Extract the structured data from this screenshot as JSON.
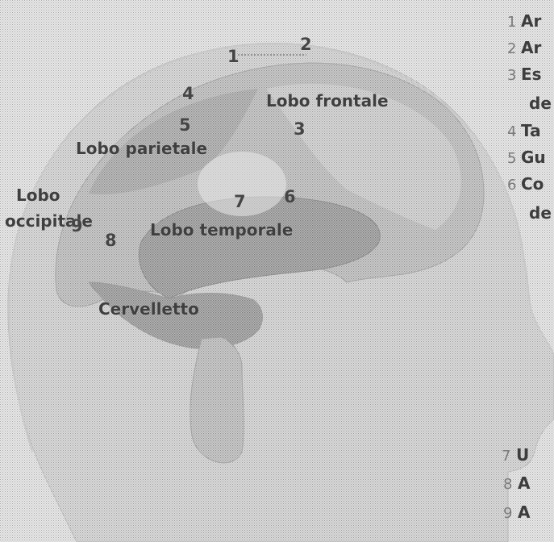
{
  "diagram": {
    "lobes": {
      "frontal": "Lobo frontale",
      "parietal": "Lobo parietale",
      "occipital_line1": "Lobo",
      "occipital_line2": "occipitale",
      "temporal": "Lobo temporale",
      "cerebellum": "Cervelletto"
    },
    "numbers": [
      "1",
      "2",
      "3",
      "4",
      "5",
      "6",
      "7",
      "8",
      "9"
    ],
    "legend": [
      {
        "num": "1",
        "text": "Ar"
      },
      {
        "num": "2",
        "text": "Ar"
      },
      {
        "num": "3",
        "text": "Es"
      },
      {
        "num": "",
        "text": "de"
      },
      {
        "num": "4",
        "text": "Ta"
      },
      {
        "num": "5",
        "text": "Gu"
      },
      {
        "num": "6",
        "text": "Co"
      },
      {
        "num": "",
        "text": "de"
      },
      {
        "num": "7",
        "text": "U"
      },
      {
        "num": "8",
        "text": "A"
      },
      {
        "num": "9",
        "text": "A"
      }
    ]
  }
}
